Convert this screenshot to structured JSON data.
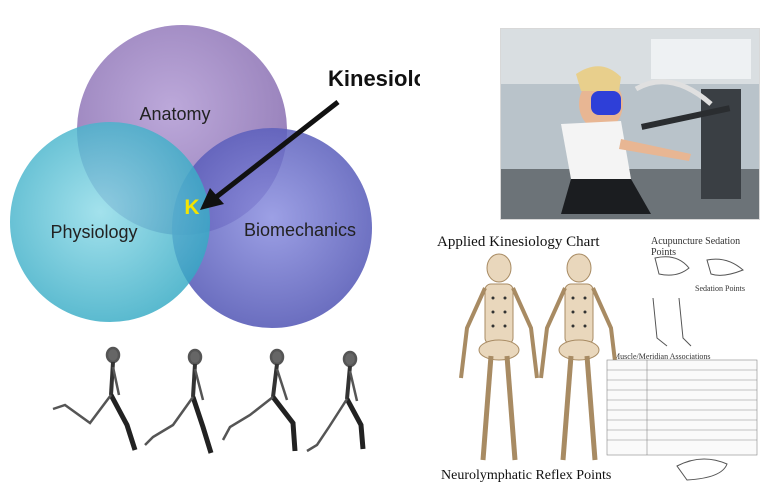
{
  "venn": {
    "labels": {
      "anatomy": "Anatomy",
      "physiology": "Physiology",
      "biomechanics": "Biomechanics",
      "center": "K",
      "arrow_label": "Kinesiology"
    },
    "colors": {
      "anatomy": "#8c73b3",
      "physiology": "#3fb6cc",
      "biomechanics": "#5c5fc0",
      "center_letter": "#f4e400"
    }
  },
  "chart": {
    "title": "Applied Kinesiology Chart",
    "acupuncture_title": "Acupuncture Sedation Points",
    "sedation_title": "Sedation Points",
    "association_title": "Muscle/Meridian Associations",
    "footer": "Neurolymphatic Reflex Points"
  },
  "icons": {
    "photo": "athlete-treadmill-photo",
    "skeletons": "gait-skeleton-sequence"
  }
}
